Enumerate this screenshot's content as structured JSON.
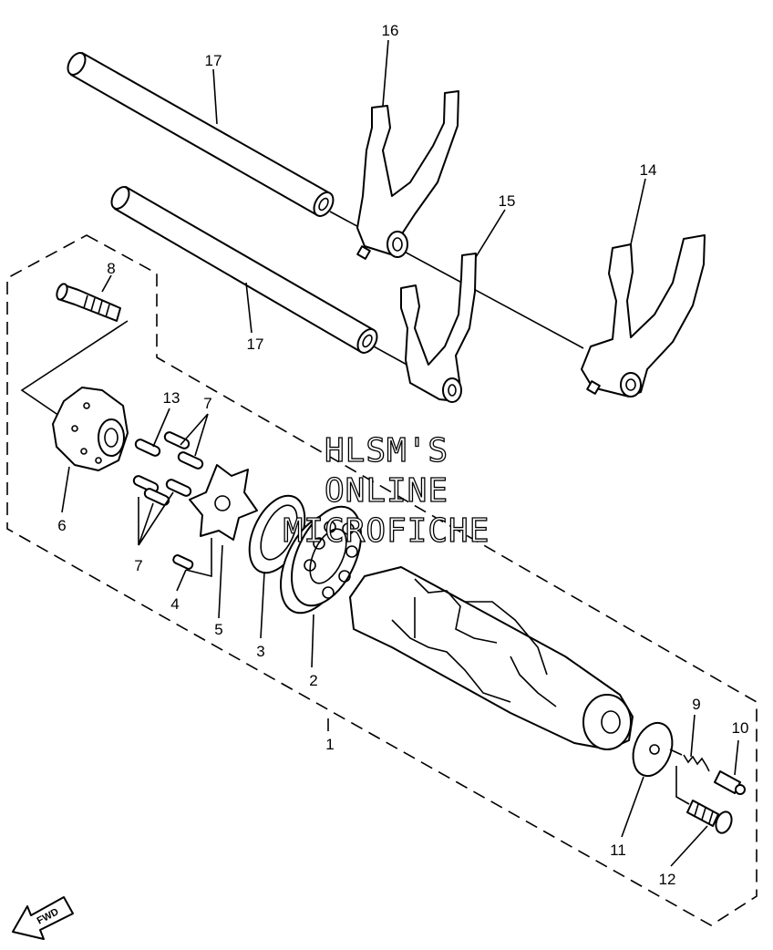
{
  "labels": {
    "p1": "1",
    "p2": "2",
    "p3": "3",
    "p4": "4",
    "p5": "5",
    "p6": "6",
    "p7a": "7",
    "p7b": "7",
    "p8": "8",
    "p9": "9",
    "p10": "10",
    "p11": "11",
    "p12": "12",
    "p13": "13",
    "p14": "14",
    "p15": "15",
    "p16": "16",
    "p17a": "17",
    "p17b": "17"
  },
  "watermark": [
    "HLSM'S",
    "ONLINE",
    "MICROFICHE"
  ],
  "direction_arrow": "FWD"
}
